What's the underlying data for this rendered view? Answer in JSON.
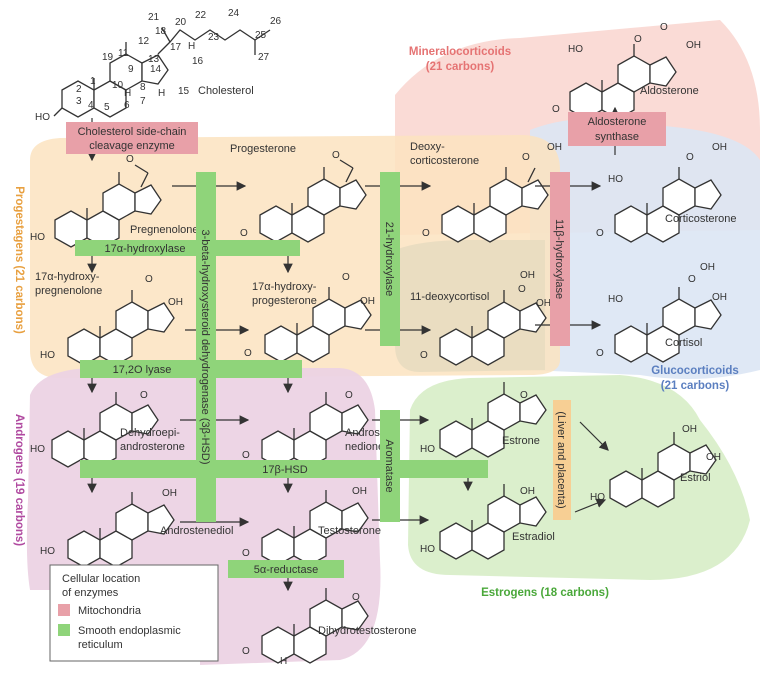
{
  "groups": {
    "progestagens": {
      "label": "Progestagens (21 carbons)",
      "color": "#e8a040"
    },
    "mineralocorticoids": {
      "label1": "Mineralocorticoids",
      "label2": "(21 carbons)",
      "color": "#e57373"
    },
    "glucocorticoids": {
      "label1": "Glucocorticoids",
      "label2": "(21 carbons)",
      "color": "#5b7fc0"
    },
    "androgens": {
      "label": "Androgens (19 carbons)",
      "color": "#b04aa0"
    },
    "estrogens": {
      "label": "Estrogens (18 carbons)",
      "color": "#4aa83a"
    }
  },
  "molecules": {
    "cholesterol": "Cholesterol",
    "pregnenolone": "Pregnenolone",
    "progesterone": "Progesterone",
    "deoxycorticosterone_1": "Deoxy-",
    "deoxycorticosterone_2": "corticosterone",
    "corticosterone": "Corticosterone",
    "aldosterone": "Aldosterone",
    "hydroxypregnenolone_1": "17α-hydroxy-",
    "hydroxypregnenolone_2": "pregnenolone",
    "hydroxyprogesterone_1": "17α-hydroxy-",
    "hydroxyprogesterone_2": "progesterone",
    "deoxycortisol": "11-deoxycortisol",
    "cortisol": "Cortisol",
    "dhea_1": "Dehydroepi-",
    "dhea_2": "androsterone",
    "androstenedione_1": "Androste-",
    "androstenedione_2": "nedione",
    "estrone": "Estrone",
    "estriol": "Estriol",
    "androstenediol": "Androstenediol",
    "testosterone": "Testosterone",
    "estradiol": "Estradiol",
    "dht": "Dihydrotestosterone"
  },
  "enzymes": {
    "scc_1": "Cholesterol side-chain",
    "scc_2": "cleavage enzyme",
    "hydroxylase17a": "17α-hydroxylase",
    "lyase": "17,2O lyase",
    "hsd17b": "17β-HSD",
    "reductase5a": "5α-reductase",
    "hsd3b": "3-beta-hydroxysteroid dehydrogenase (3β-HSD)",
    "hydroxylase21": "21-hydroxylase",
    "aromatase": "Aromatase",
    "hydroxylase11b": "11β-hydroxylase",
    "aldo_synthase_1": "Aldosterone",
    "aldo_synthase_2": "synthase",
    "liver": "(Liver and placenta)"
  },
  "atoms": {
    "ho": "HO",
    "o": "O",
    "oh": "OH",
    "h": "H"
  },
  "carbon_numbers": [
    "1",
    "2",
    "3",
    "4",
    "5",
    "6",
    "7",
    "8",
    "9",
    "10",
    "11",
    "12",
    "13",
    "14",
    "15",
    "16",
    "17",
    "18",
    "19",
    "20",
    "21",
    "22",
    "23",
    "24",
    "25",
    "26",
    "27"
  ],
  "legend": {
    "title_1": "Cellular location",
    "title_2": "of enzymes",
    "mito": "Mitochondria",
    "ser_1": "Smooth endoplasmic",
    "ser_2": "reticulum",
    "mito_color": "#e8a0a8",
    "ser_color": "#8fd47a"
  }
}
